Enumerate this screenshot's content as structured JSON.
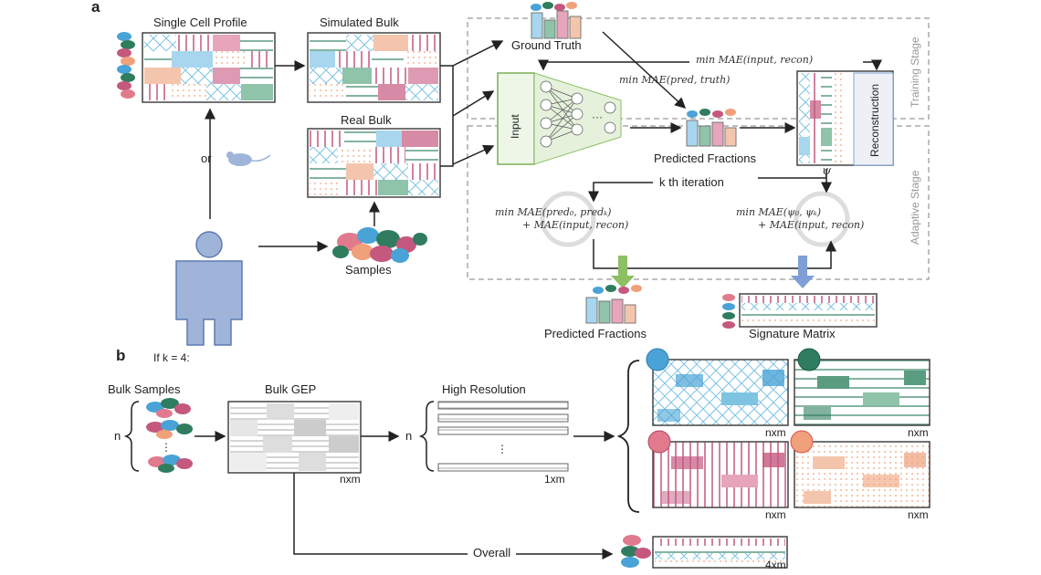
{
  "panel_a": {
    "letter": "a",
    "single_cell_profile": "Single Cell Profile",
    "simulated_bulk": "Simulated Bulk",
    "real_bulk": "Real Bulk",
    "samples": "Samples",
    "or": "or",
    "ground_truth": "Ground Truth",
    "input": "Input",
    "predicted_fractions_inner": "Predicted Fractions",
    "reconstruction": "Reconstruction",
    "training_stage": "Training Stage",
    "adaptive_stage": "Adaptive Stage",
    "kth_iteration": "k th iteration",
    "eq_input_recon": "min MAE(input, recon)",
    "eq_pred_truth": "min MAE(pred, truth)",
    "eq_left_1": "min MAE(pred₀, predₖ)",
    "eq_left_2": "+ MAE(input, recon)",
    "eq_right_1": "min MAE(ψ₀, ψₖ)",
    "eq_right_2": "+ MAE(input, recon)",
    "psi": "ψ",
    "predicted_fractions_out": "Predicted Fractions",
    "signature_matrix": "Signature Matrix"
  },
  "panel_b": {
    "letter": "b",
    "if_k": "If k = 4:",
    "bulk_samples": "Bulk Samples",
    "bulk_gep": "Bulk GEP",
    "high_resolution": "High Resolution",
    "n1": "n",
    "n2": "n",
    "nxm_gep": "nxm",
    "onexm": "1xm",
    "nxm_1": "nxm",
    "nxm_2": "nxm",
    "nxm_3": "nxm",
    "nxm_4": "nxm",
    "overall": "Overall",
    "fourxm": "4xm"
  },
  "colors": {
    "blue": "#4aa3d6",
    "green": "#2f7d5e",
    "pink": "#c4587f",
    "peach": "#f0a07a",
    "red": "#d9534f",
    "gray": "#888888",
    "light_green": "#8cc063",
    "light_blue": "#7f9fd6"
  }
}
